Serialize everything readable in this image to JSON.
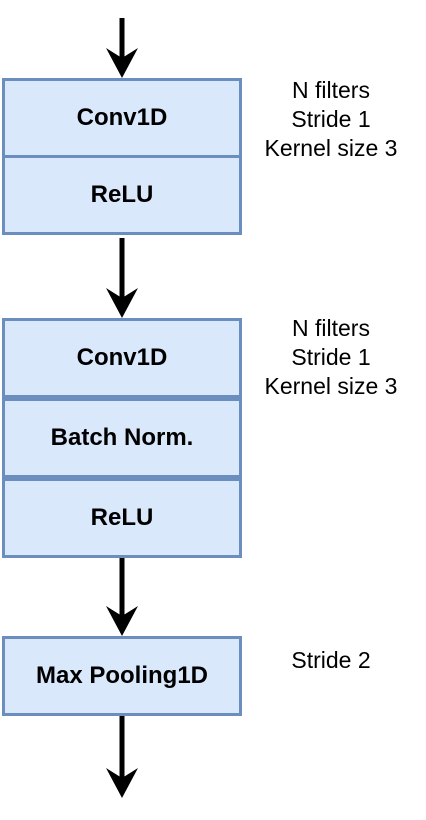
{
  "blocks": [
    {
      "layers": [
        "Conv1D",
        "ReLU"
      ],
      "params": [
        "N filters",
        "Stride 1",
        "Kernel size 3"
      ]
    },
    {
      "layers": [
        "Conv1D",
        "Batch Norm.",
        "ReLU"
      ],
      "params": [
        "N filters",
        "Stride 1",
        "Kernel size 3"
      ]
    },
    {
      "layers": [
        "Max Pooling1D"
      ],
      "params": [
        "Stride 2"
      ]
    }
  ],
  "colors": {
    "layer_fill": "#dae8fc",
    "layer_border": "#6c8ebf",
    "arrow": "#000000"
  }
}
